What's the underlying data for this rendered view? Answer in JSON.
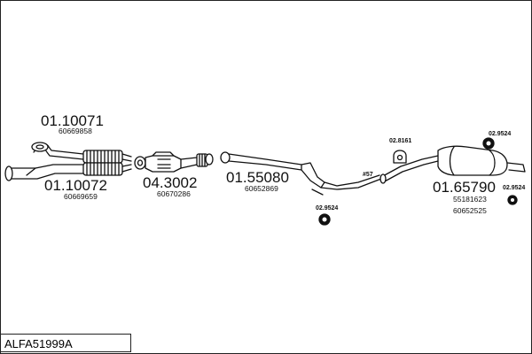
{
  "diagram_code": "ALFA51999A",
  "parts": [
    {
      "part_number": "01.10071",
      "oe_number": "60669858"
    },
    {
      "part_number": "01.10072",
      "oe_number": "60669659"
    },
    {
      "part_number": "04.3002",
      "oe_number": "60670286"
    },
    {
      "part_number": "01.55080",
      "oe_number": "60652869"
    },
    {
      "part_number": "01.65790",
      "oe_numbers": [
        "55181623",
        "60652525"
      ]
    }
  ],
  "fittings": {
    "hanger_front": "02.9524",
    "hanger_mid": "02.8161",
    "hanger_rear": "02.9524",
    "rubber_rear": "02.9524",
    "clamp_mid": "#57"
  }
}
